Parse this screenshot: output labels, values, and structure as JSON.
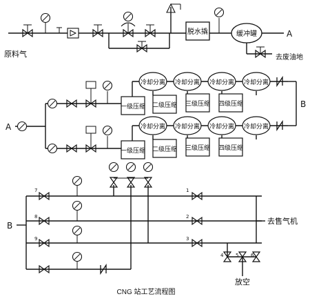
{
  "labels": {
    "feed_gas": "原料气",
    "dehydrator": "脱水撬",
    "buffer_tank": "缓冲罐",
    "node_a": "A",
    "node_b": "B",
    "to_drain_pit": "去废油地",
    "stage1": "一级压缩",
    "stage2": "二级压缩",
    "stage3": "三级压缩",
    "stage4": "四级压缩",
    "cooler_sep": "冷却分离",
    "to_dispenser": "去售气机",
    "vent": "放空",
    "caption": "CNG 站工艺流程图"
  },
  "valve_numbers": {
    "left_top": "7",
    "left_mid": "8",
    "left_low": "9",
    "right_top": "1",
    "right_mid": "2",
    "right_low": "3",
    "vent_1": "4",
    "vent_2": "5",
    "vent_3": "6"
  },
  "colors": {
    "line": "#111111",
    "background": "#ffffff"
  }
}
